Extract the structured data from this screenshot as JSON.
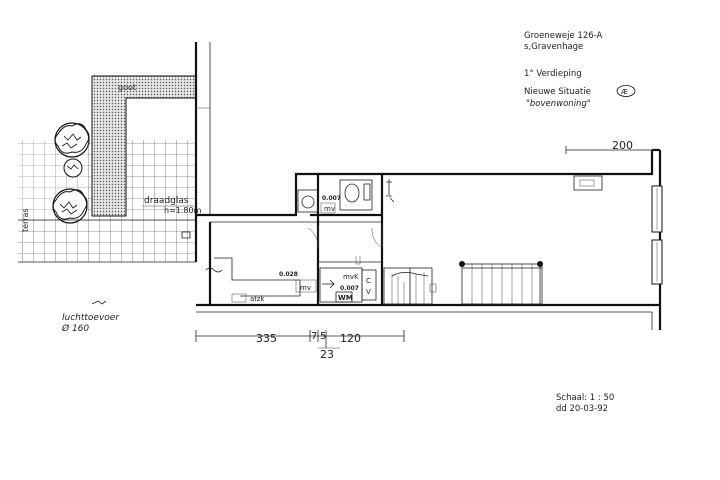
{
  "title_block": {
    "address_line1": "Groeneweje 126-A",
    "address_line2": "s,Gravenhage",
    "floor": "1° Verdieping",
    "situation": "Nieuwe Situatie",
    "situation_badge": "Æ",
    "subtitle": "\"bovenwoning\""
  },
  "labels": {
    "dim_top": "200",
    "goot": "goot",
    "draadglas": "draadglas",
    "draadglas_height": "h=1.80m",
    "terras": "terras",
    "vent_label": "luchttoevoer",
    "vent_diameter": "Ø 160",
    "val_007_top": "0.007",
    "val_007_mid": "0.007",
    "val_028": "0.028",
    "mv_top": "mv",
    "mvk": "mvK",
    "mv_left": "mv",
    "wm": "WM",
    "cv": "C\nV",
    "afzk": "afzk"
  },
  "dimensions": {
    "d1": "335",
    "d2": "7",
    "d3": "5",
    "d4": "120",
    "d5": "23"
  },
  "scale_block": {
    "scale": "Schaal: 1 : 50",
    "date": "dd 20-03-92"
  },
  "colors": {
    "line": "#111111",
    "hatch": "#555555"
  }
}
